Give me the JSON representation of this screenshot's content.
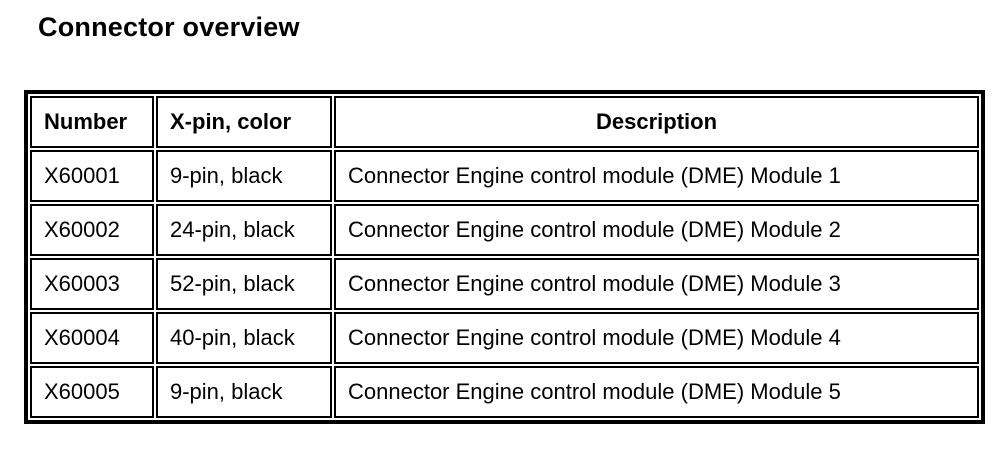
{
  "page": {
    "title": "Connector overview"
  },
  "colors": {
    "background": "#ffffff",
    "border": "#000000",
    "text": "#000000"
  },
  "table": {
    "headers": {
      "number": "Number",
      "pin_color": "X-pin, color",
      "description": "Description"
    },
    "rows": [
      {
        "number": "X60001",
        "pin_color": "9-pin, black",
        "description": "Connector Engine control module (DME) Module 1"
      },
      {
        "number": "X60002",
        "pin_color": "24-pin, black",
        "description": "Connector Engine control module (DME) Module 2"
      },
      {
        "number": "X60003",
        "pin_color": "52-pin, black",
        "description": "Connector Engine control module (DME) Module 3"
      },
      {
        "number": "X60004",
        "pin_color": "40-pin, black",
        "description": "Connector Engine control module (DME) Module 4"
      },
      {
        "number": "X60005",
        "pin_color": "9-pin, black",
        "description": "Connector Engine control module (DME) Module 5"
      }
    ]
  }
}
